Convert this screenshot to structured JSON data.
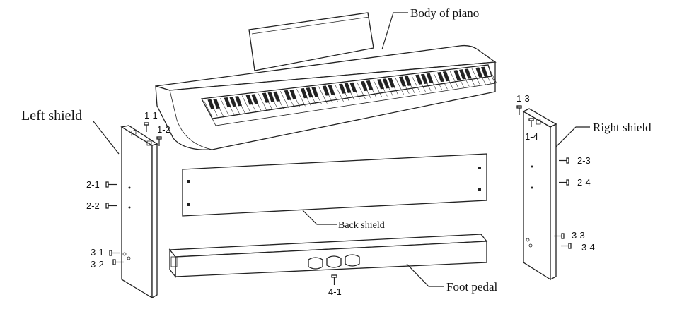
{
  "labels": {
    "body_of_piano": "Body of piano",
    "left_shield": "Left shield",
    "right_shield": "Right shield",
    "back_shield": "Back shield",
    "foot_pedal": "Foot pedal"
  },
  "screws": {
    "s1_1": "1-1",
    "s1_2": "1-2",
    "s1_3": "1-3",
    "s1_4": "1-4",
    "s2_1": "2-1",
    "s2_2": "2-2",
    "s2_3": "2-3",
    "s2_4": "2-4",
    "s3_1": "3-1",
    "s3_2": "3-2",
    "s3_3": "3-3",
    "s3_4": "3-4",
    "s4_1": "4-1"
  }
}
